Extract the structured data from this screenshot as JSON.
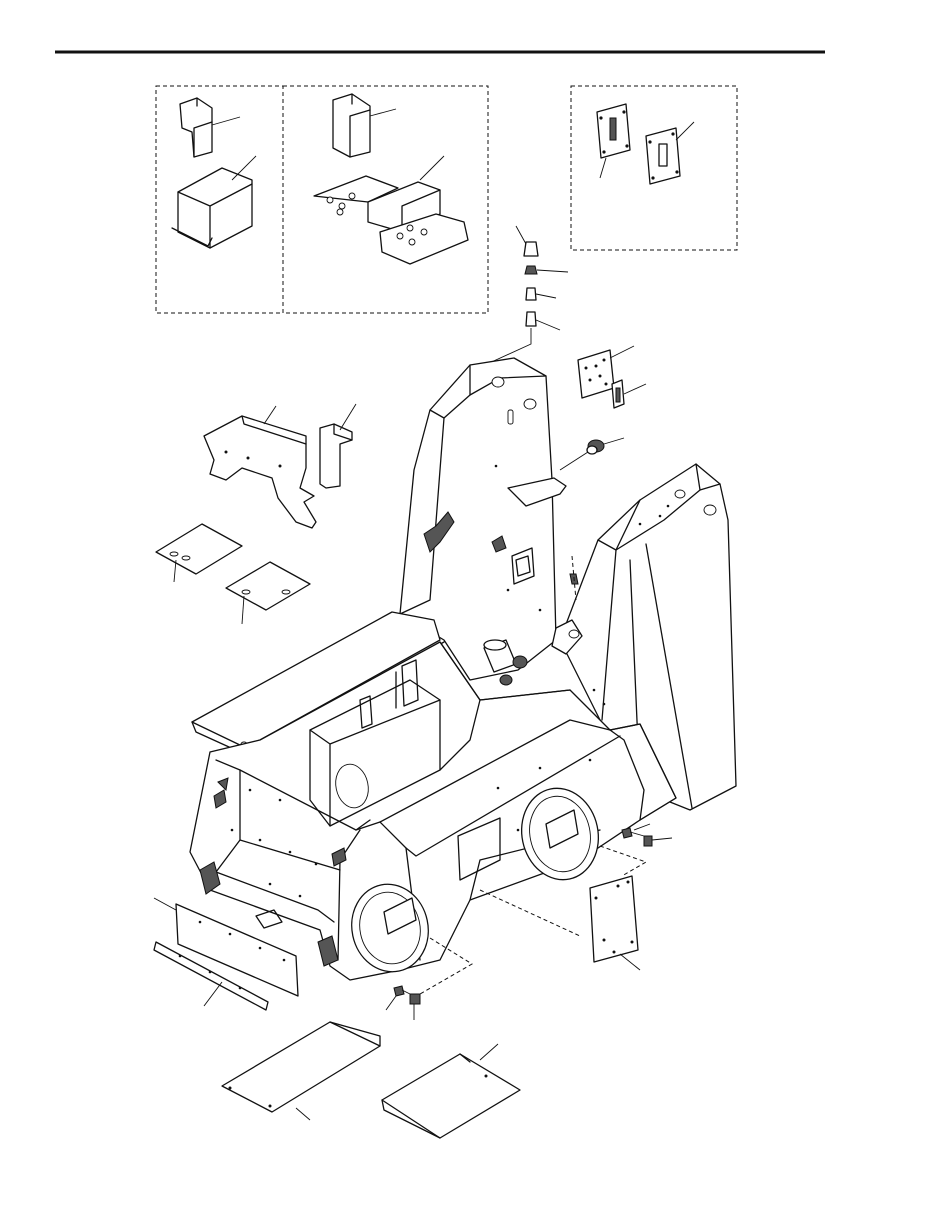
{
  "figure": {
    "header_rule": true,
    "line_color": "#111111",
    "background": "#ffffff",
    "inset_boxes": [
      "inset-left",
      "inset-middle",
      "inset-right"
    ]
  }
}
